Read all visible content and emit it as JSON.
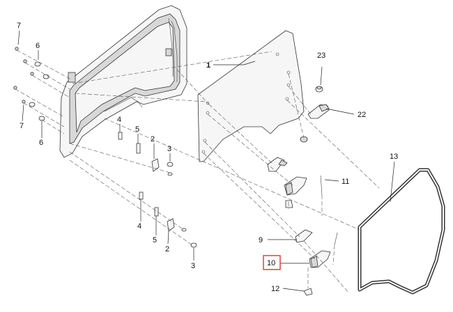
{
  "callouts": [
    {
      "id": "c1",
      "text": "1"
    },
    {
      "id": "c2a",
      "text": "2"
    },
    {
      "id": "c2b",
      "text": "2"
    },
    {
      "id": "c3a",
      "text": "3"
    },
    {
      "id": "c3b",
      "text": "3"
    },
    {
      "id": "c4a",
      "text": "4"
    },
    {
      "id": "c4b",
      "text": "4"
    },
    {
      "id": "c5a",
      "text": "5"
    },
    {
      "id": "c5b",
      "text": "5"
    },
    {
      "id": "c6a",
      "text": "6"
    },
    {
      "id": "c6b",
      "text": "6"
    },
    {
      "id": "c7a",
      "text": "7"
    },
    {
      "id": "c7b",
      "text": "7"
    },
    {
      "id": "c9",
      "text": "9"
    },
    {
      "id": "c10",
      "text": "10"
    },
    {
      "id": "c11",
      "text": "11"
    },
    {
      "id": "c12",
      "text": "12"
    },
    {
      "id": "c13",
      "text": "13"
    },
    {
      "id": "c22",
      "text": "22"
    },
    {
      "id": "c23",
      "text": "23"
    }
  ],
  "highlight": {
    "callout": "10",
    "color": "#e0303a"
  }
}
